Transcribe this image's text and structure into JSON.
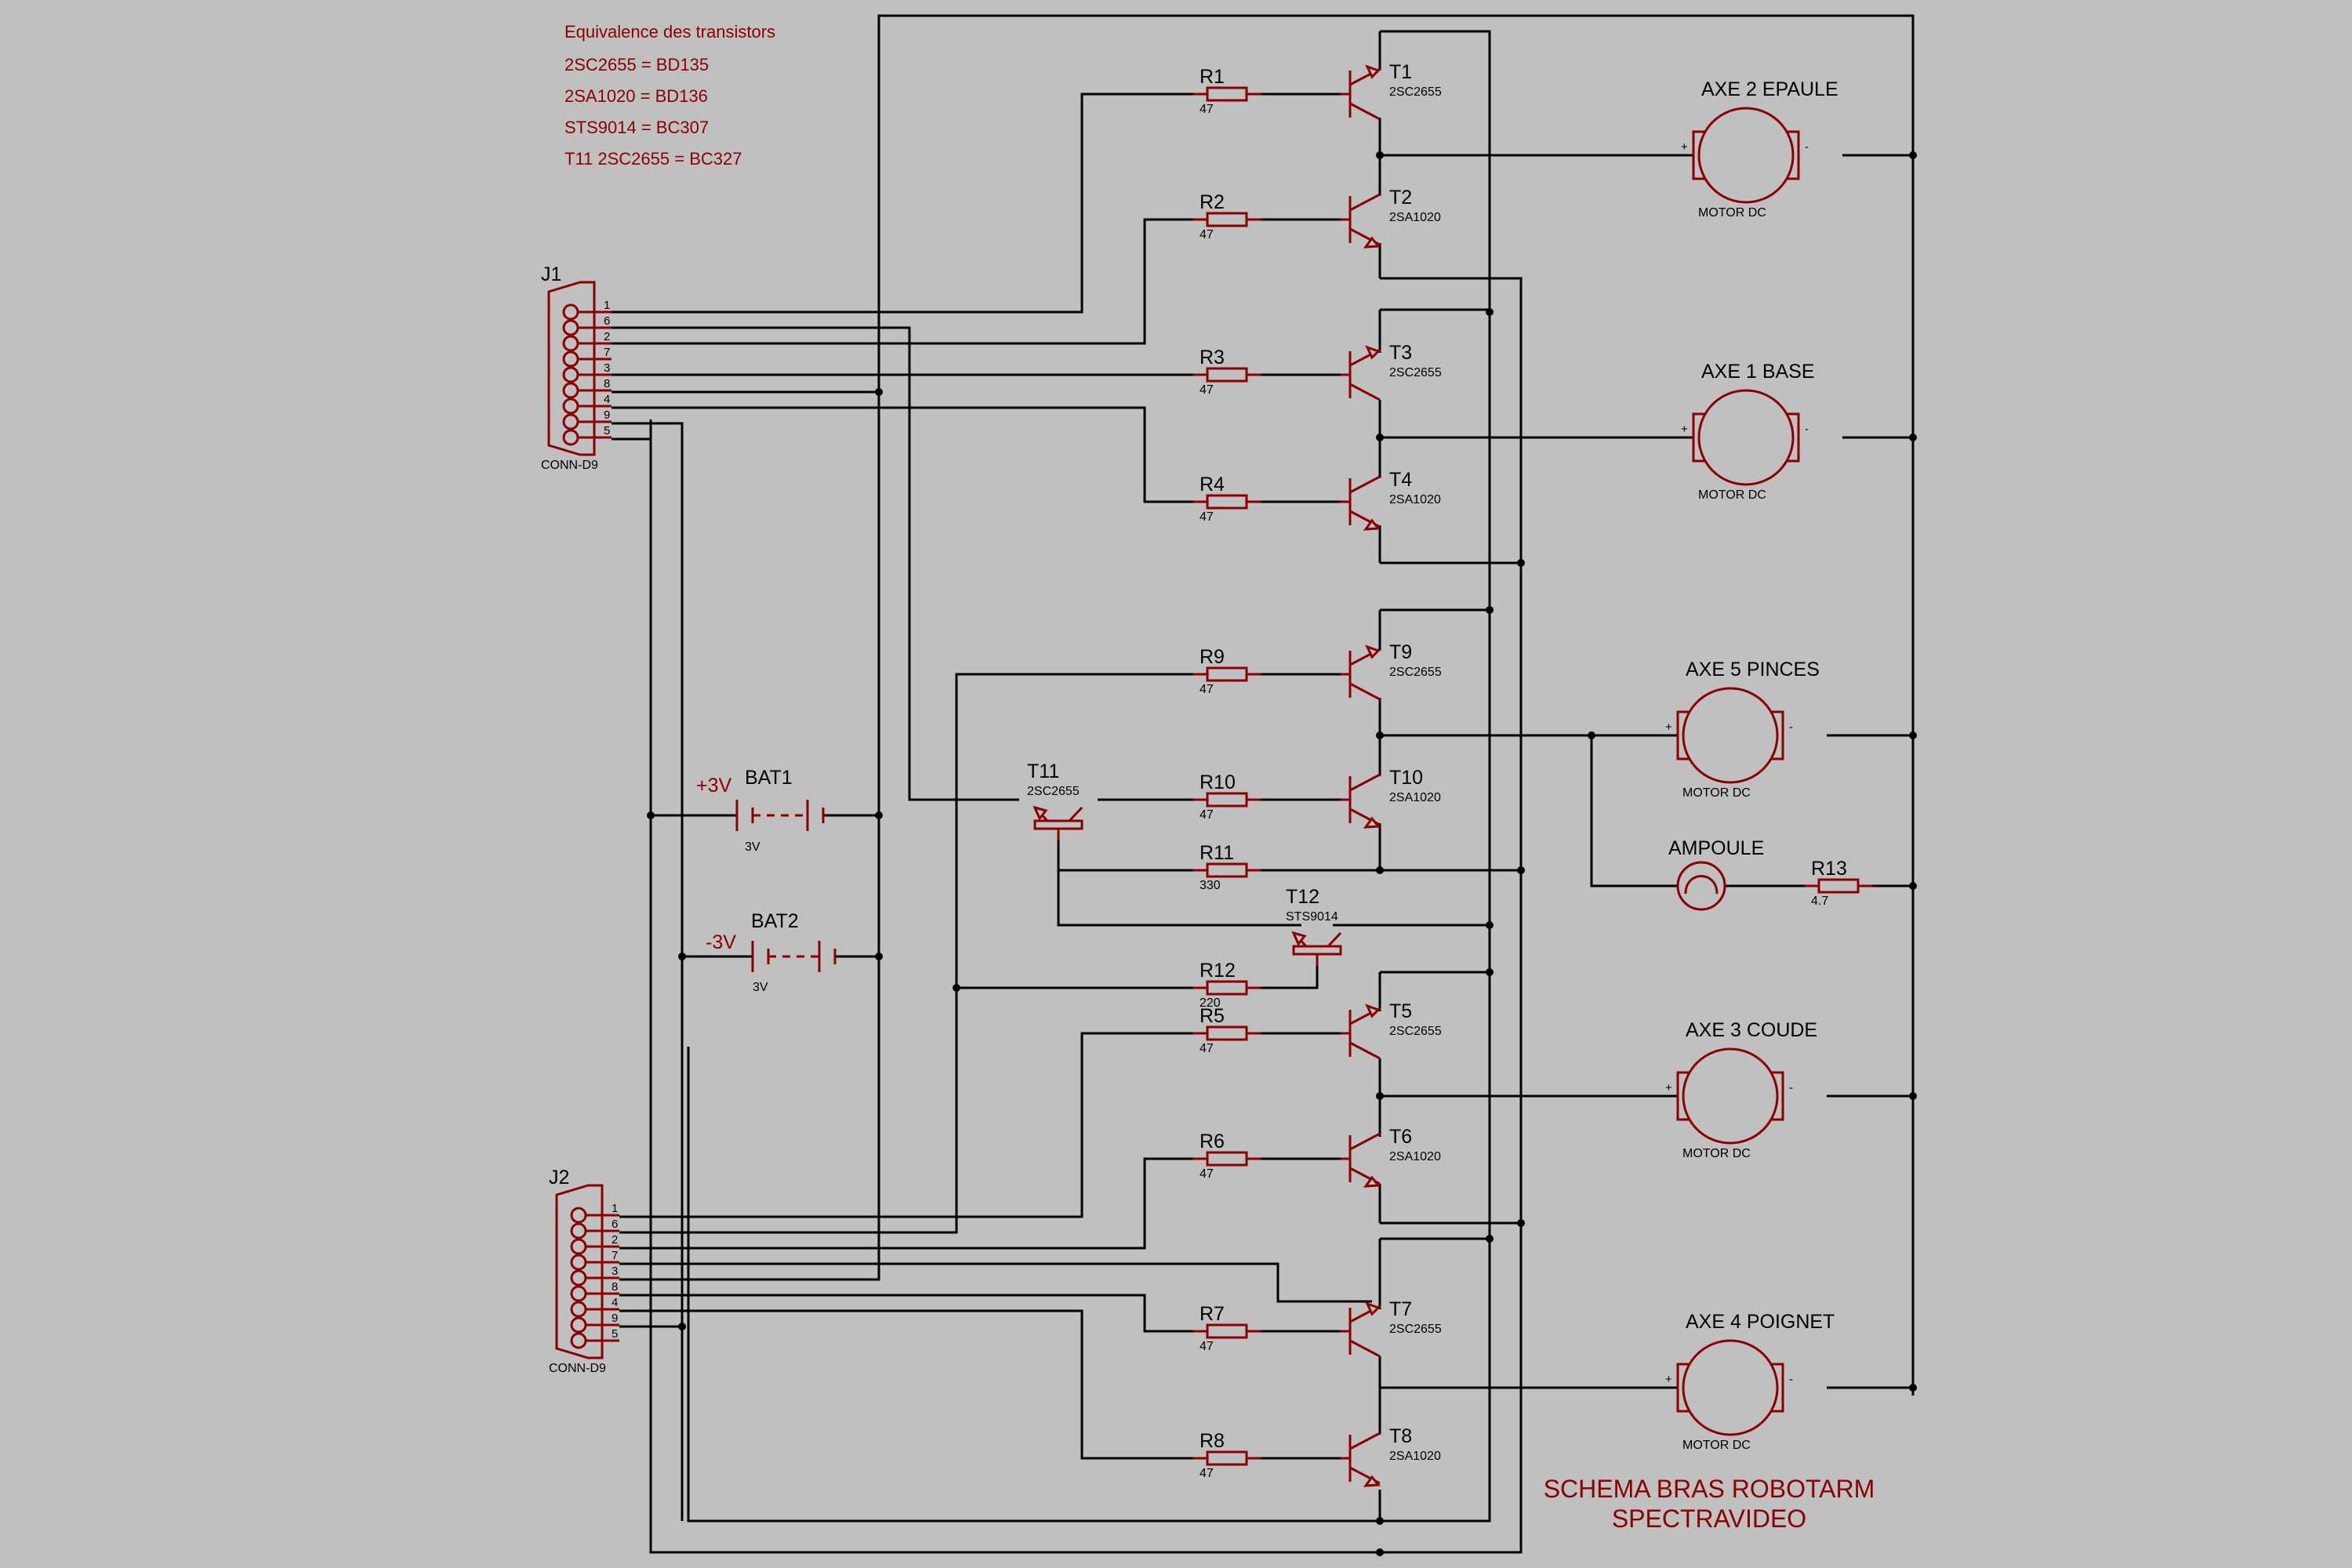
{
  "notes": {
    "heading": "Equivalence des transistors",
    "lines": [
      "2SC2655 = BD135",
      "2SA1020 = BD136",
      "STS9014 = BC307",
      "T11 2SC2655 = BC327"
    ]
  },
  "title": {
    "line1": "SCHEMA BRAS ROBOTARM",
    "line2": "SPECTRAVIDEO"
  },
  "connectors": [
    {
      "ref": "J1",
      "type": "CONN-D9",
      "pins": [
        "1",
        "6",
        "2",
        "7",
        "3",
        "8",
        "4",
        "9",
        "5"
      ]
    },
    {
      "ref": "J2",
      "type": "CONN-D9",
      "pins": [
        "1",
        "6",
        "2",
        "7",
        "3",
        "8",
        "4",
        "9",
        "5"
      ]
    }
  ],
  "resistors": [
    {
      "ref": "R1",
      "value": "47"
    },
    {
      "ref": "R2",
      "value": "47"
    },
    {
      "ref": "R3",
      "value": "47"
    },
    {
      "ref": "R4",
      "value": "47"
    },
    {
      "ref": "R9",
      "value": "47"
    },
    {
      "ref": "R10",
      "value": "47"
    },
    {
      "ref": "R11",
      "value": "330"
    },
    {
      "ref": "R12",
      "value": "220"
    },
    {
      "ref": "R5",
      "value": "47"
    },
    {
      "ref": "R6",
      "value": "47"
    },
    {
      "ref": "R7",
      "value": "47"
    },
    {
      "ref": "R8",
      "value": "47"
    },
    {
      "ref": "R13",
      "value": "4.7"
    }
  ],
  "transistors": [
    {
      "ref": "T1",
      "part": "2SC2655"
    },
    {
      "ref": "T2",
      "part": "2SA1020"
    },
    {
      "ref": "T3",
      "part": "2SC2655"
    },
    {
      "ref": "T4",
      "part": "2SA1020"
    },
    {
      "ref": "T9",
      "part": "2SC2655"
    },
    {
      "ref": "T10",
      "part": "2SA1020"
    },
    {
      "ref": "T11",
      "part": "2SC2655"
    },
    {
      "ref": "T12",
      "part": "STS9014"
    },
    {
      "ref": "T5",
      "part": "2SC2655"
    },
    {
      "ref": "T6",
      "part": "2SA1020"
    },
    {
      "ref": "T7",
      "part": "2SC2655"
    },
    {
      "ref": "T8",
      "part": "2SA1020"
    }
  ],
  "motors": [
    {
      "name": "AXE 2 EPAULE",
      "type": "MOTOR DC"
    },
    {
      "name": "AXE 1 BASE",
      "type": "MOTOR DC"
    },
    {
      "name": "AXE 5 PINCES",
      "type": "MOTOR DC"
    },
    {
      "name": "AXE 3 COUDE",
      "type": "MOTOR DC"
    },
    {
      "name": "AXE 4 POIGNET",
      "type": "MOTOR DC"
    }
  ],
  "lamp": {
    "name": "AMPOULE"
  },
  "batteries": [
    {
      "ref": "BAT1",
      "voltage": "+3V",
      "value": "3V"
    },
    {
      "ref": "BAT2",
      "voltage": "-3V",
      "value": "3V"
    }
  ],
  "colors": {
    "component": "#8b0000",
    "wire": "#000000",
    "background": "#c0c0c0"
  }
}
